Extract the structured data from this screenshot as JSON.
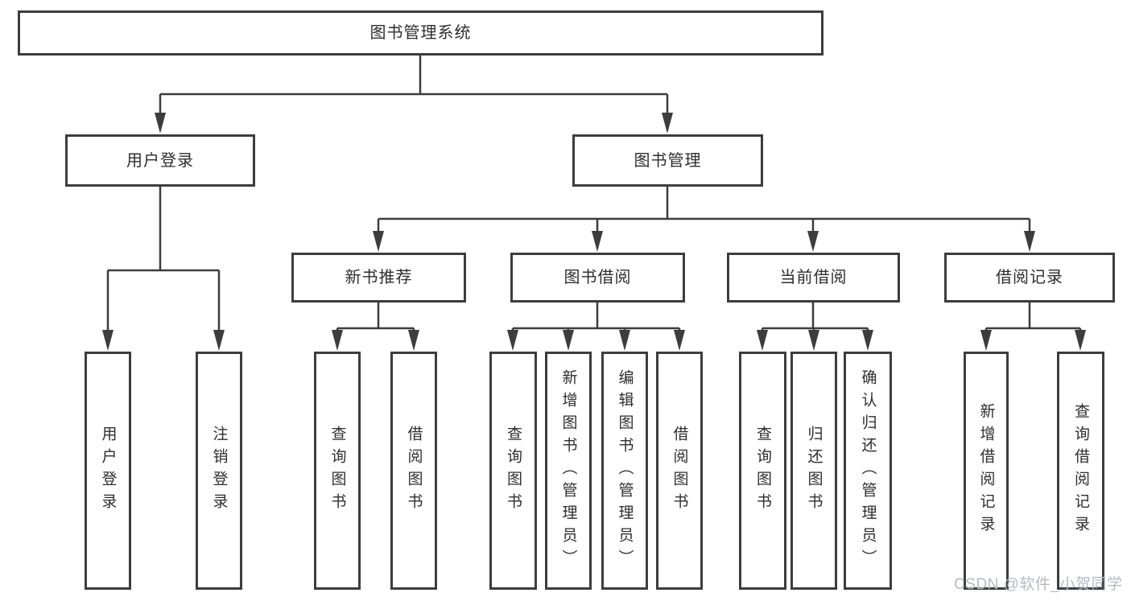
{
  "diagram": {
    "root": {
      "label": "图书管理系统"
    },
    "branches": [
      {
        "label": "用户登录",
        "children": [
          {
            "label": "用户登录"
          },
          {
            "label": "注销登录"
          }
        ]
      },
      {
        "label": "图书管理",
        "sections": [
          {
            "label": "新书推荐",
            "children": [
              {
                "label": "查询图书"
              },
              {
                "label": "借阅图书"
              }
            ]
          },
          {
            "label": "图书借阅",
            "children": [
              {
                "label": "查询图书"
              },
              {
                "label": "新增图书（管理员）"
              },
              {
                "label": "编辑图书（管理员）"
              },
              {
                "label": "借阅图书"
              }
            ]
          },
          {
            "label": "当前借阅",
            "children": [
              {
                "label": "查询图书"
              },
              {
                "label": "归还图书"
              },
              {
                "label": "确认归还（管理员）"
              }
            ]
          },
          {
            "label": "借阅记录",
            "children": [
              {
                "label": "新增借阅记录"
              },
              {
                "label": "查询借阅记录"
              }
            ]
          }
        ]
      }
    ]
  },
  "watermark": {
    "text": "CSDN @软件_小贺同学"
  },
  "colors": {
    "line": "#3d3d3d",
    "box_border": "#3d3d3d",
    "text": "#2e2e2e",
    "watermark": "#b5b9c2",
    "background": "#ffffff"
  }
}
